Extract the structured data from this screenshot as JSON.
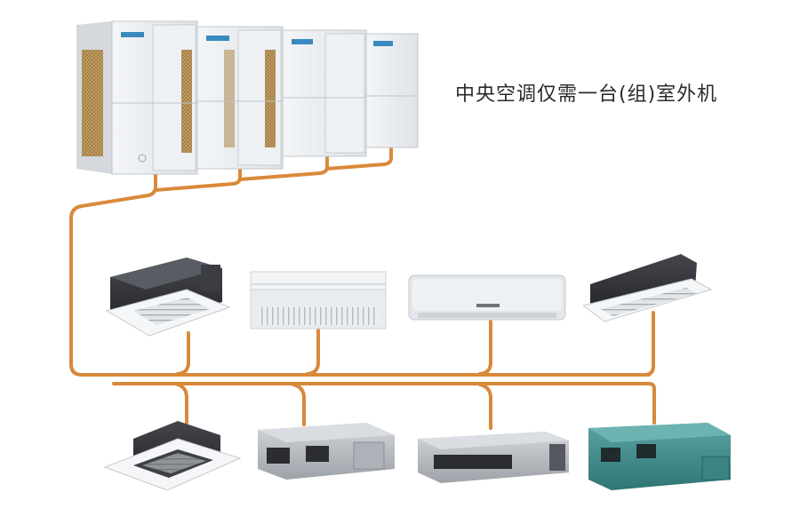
{
  "caption": "中央空调仅需一台(组)室外机",
  "colors": {
    "pipe": "#d9893a",
    "unit_body": "#e9ecef",
    "unit_shadow": "#c7ccd2",
    "grille": "#b58a4a",
    "dark_unit": "#2d2f35",
    "teal_unit": "#3f8d8c",
    "metal": "#b9bdc3"
  },
  "outdoor_units": [
    {
      "name": "outdoor-unit-1"
    },
    {
      "name": "outdoor-unit-2"
    },
    {
      "name": "outdoor-unit-3"
    },
    {
      "name": "outdoor-unit-4"
    }
  ],
  "indoor_units_row1": [
    {
      "name": "four-way-cassette-dark",
      "kind": "cassette-dark"
    },
    {
      "name": "ceiling-floor-unit",
      "kind": "ceiling-floor"
    },
    {
      "name": "wall-mounted-unit",
      "kind": "wall"
    },
    {
      "name": "one-way-cassette",
      "kind": "one-way"
    }
  ],
  "indoor_units_row2": [
    {
      "name": "four-way-cassette-white",
      "kind": "cassette-white"
    },
    {
      "name": "duct-unit-high-static",
      "kind": "duct"
    },
    {
      "name": "slim-duct-unit",
      "kind": "slim-duct"
    },
    {
      "name": "teal-duct-unit",
      "kind": "teal-duct"
    }
  ]
}
